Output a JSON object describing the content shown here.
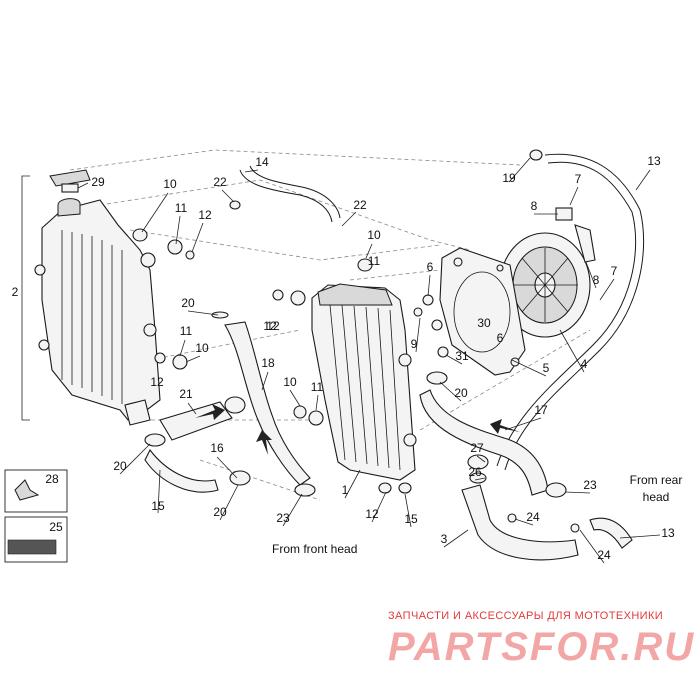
{
  "callouts": [
    "29",
    "2",
    "10",
    "11",
    "12",
    "22",
    "14",
    "22",
    "10",
    "11",
    "12",
    "20",
    "11",
    "10",
    "12",
    "18",
    "21",
    "16",
    "20",
    "15",
    "20",
    "10",
    "11",
    "12",
    "1",
    "23",
    "12",
    "15",
    "6",
    "9",
    "30",
    "6",
    "31",
    "20",
    "5",
    "4",
    "8",
    "7",
    "8",
    "7",
    "19",
    "13",
    "17",
    "27",
    "26",
    "23",
    "24",
    "3",
    "24",
    "13"
  ],
  "notes": {
    "front_head": "From front head",
    "rear_head_1": "From rear",
    "rear_head_2": "head"
  },
  "legend_boxes": [
    "28",
    "25"
  ],
  "watermark": {
    "line1": "ЗАПЧАСТИ И АКСЕССУАРЫ ДЛЯ МОТОТЕХНИКИ",
    "line2": "PARTSFOR.RU"
  }
}
